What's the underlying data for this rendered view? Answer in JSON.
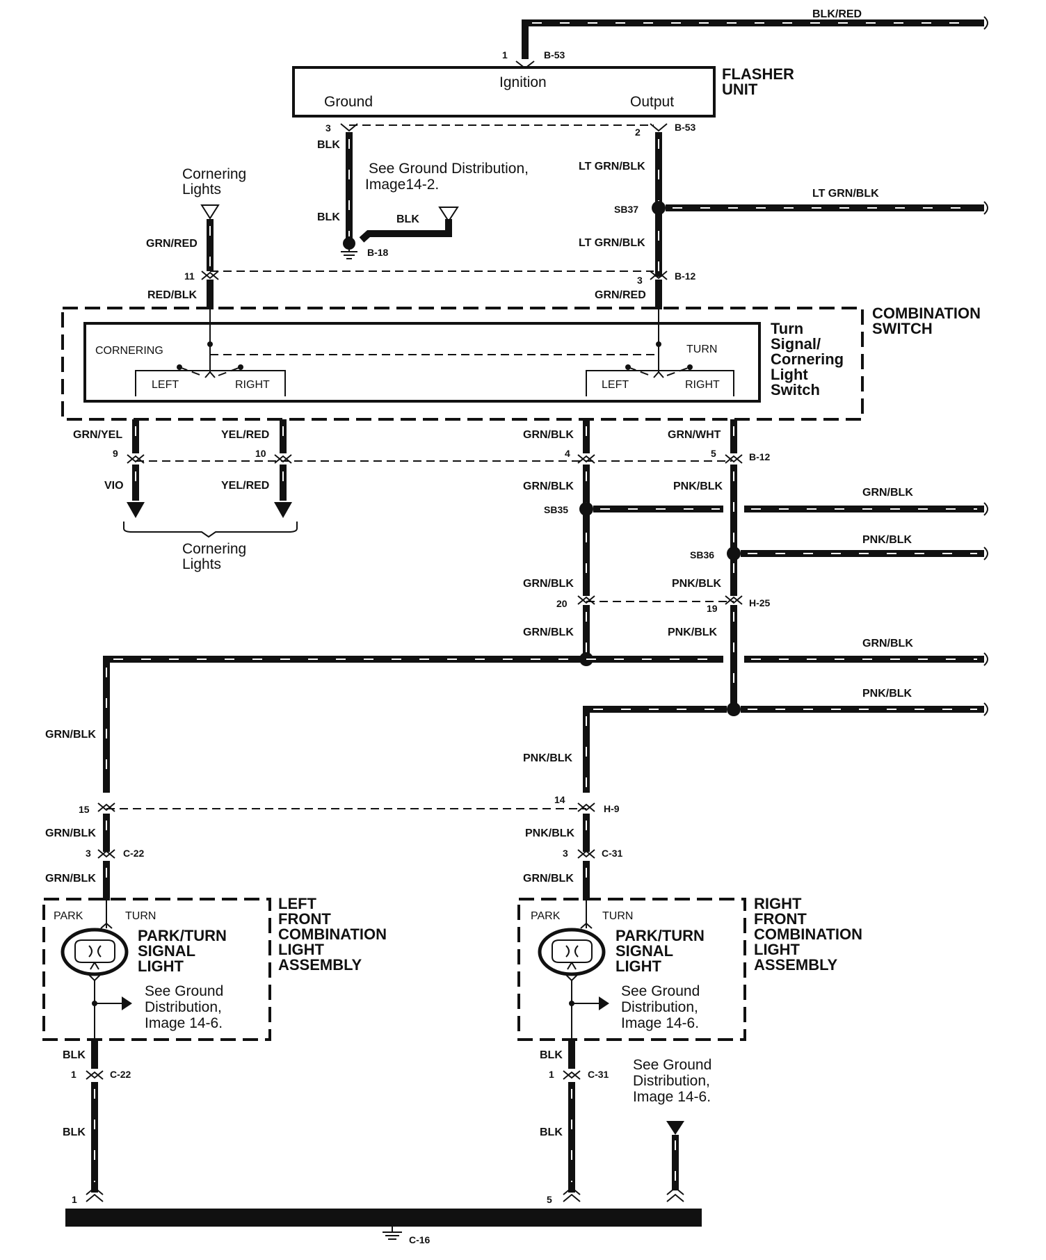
{
  "flasher": {
    "title_line1": "FLASHER",
    "title_line2": "UNIT",
    "ignition": "Ignition",
    "ground": "Ground",
    "output": "Output",
    "pin_ign": "1",
    "conn_ign": "B-53",
    "pin_gnd": "3",
    "pin_out": "2",
    "conn_out": "B-53"
  },
  "top_wire": {
    "color": "BLK/RED"
  },
  "ground_branch": {
    "wire1": "BLK",
    "wire2": "BLK",
    "wire3": "BLK",
    "note_line1": "See Ground Distribution,",
    "note_line2": "Image14-2.",
    "ground_id": "B-18"
  },
  "output_branch": {
    "wire1": "LT GRN/BLK",
    "splice": "SB37",
    "wire_right": "LT GRN/BLK",
    "wire2": "LT GRN/BLK",
    "pin_b12": "3",
    "conn_b12": "B-12",
    "wire3": "GRN/RED"
  },
  "cornering_top": {
    "label_line1": "Cornering",
    "label_line2": "Lights",
    "wire1": "GRN/RED",
    "pin": "11",
    "wire2": "RED/BLK"
  },
  "combination_switch": {
    "title_line1": "COMBINATION",
    "title_line2": "SWITCH",
    "sub_line1": "Turn",
    "sub_line2": "Signal/",
    "sub_line3": "Cornering",
    "sub_line4": "Light",
    "sub_line5": "Switch",
    "cornering": "CORNERING",
    "turn": "TURN",
    "left1": "LEFT",
    "right1": "RIGHT",
    "left2": "LEFT",
    "right2": "RIGHT"
  },
  "outputs": {
    "w1_top": "GRN/YEL",
    "w1_pin": "9",
    "w1_bot": "VIO",
    "w2_top": "YEL/RED",
    "w2_pin": "10",
    "w2_bot": "YEL/RED",
    "w3_top": "GRN/BLK",
    "w3_pin": "4",
    "w3_bot": "GRN/BLK",
    "w4_top": "GRN/WHT",
    "w4_pin": "5",
    "w4_bot": "PNK/BLK",
    "conn": "B-12",
    "cornering_bottom_line1": "Cornering",
    "cornering_bottom_line2": "Lights"
  },
  "splices": {
    "sb35": "SB35",
    "sb35_wire_right": "GRN/BLK",
    "sb36": "SB36",
    "sb36_wire_right": "PNK/BLK",
    "wire_left_a": "GRN/BLK",
    "wire_right_a": "PNK/BLK",
    "pin20": "20",
    "pin19": "19",
    "conn_h25": "H-25",
    "wire_left_b": "GRN/BLK",
    "wire_right_b": "PNK/BLK",
    "wire_far_right1": "GRN/BLK",
    "wire_far_right2": "PNK/BLK"
  },
  "lower": {
    "left_wire1": "GRN/BLK",
    "right_wire1": "PNK/BLK",
    "pin15": "15",
    "pin14": "14",
    "conn_h9": "H-9",
    "left_wire2": "GRN/BLK",
    "right_wire2": "PNK/BLK",
    "left_pin3": "3",
    "left_conn": "C-22",
    "right_pin3": "3",
    "right_conn": "C-31",
    "left_wire3": "GRN/BLK",
    "right_wire3": "GRN/BLK"
  },
  "left_assembly": {
    "title_line1": "LEFT",
    "title_line2": "FRONT",
    "title_line3": "COMBINATION",
    "title_line4": "LIGHT",
    "title_line5": "ASSEMBLY",
    "park": "PARK",
    "turn": "TURN",
    "bulb_line1": "PARK/TURN",
    "bulb_line2": "SIGNAL",
    "bulb_line3": "LIGHT",
    "note_line1": "See Ground",
    "note_line2": "Distribution,",
    "note_line3": "Image 14-6."
  },
  "right_assembly": {
    "title_line1": "RIGHT",
    "title_line2": "FRONT",
    "title_line3": "COMBINATION",
    "title_line4": "LIGHT",
    "title_line5": "ASSEMBLY",
    "park": "PARK",
    "turn": "TURN",
    "bulb_line1": "PARK/TURN",
    "bulb_line2": "SIGNAL",
    "bulb_line3": "LIGHT",
    "note_line1": "See Ground",
    "note_line2": "Distribution,",
    "note_line3": "Image 14-6."
  },
  "bottom": {
    "left_wire_a": "BLK",
    "left_pin1": "1",
    "left_conn": "C-22",
    "left_wire_b": "BLK",
    "right_wire_a": "BLK",
    "right_pin1": "1",
    "right_conn": "C-31",
    "right_wire_b": "BLK",
    "note_line1": "See Ground",
    "note_line2": "Distribution,",
    "note_line3": "Image 14-6.",
    "bus_pin_left": "1",
    "bus_pin_right": "5",
    "ground_id": "C-16"
  }
}
